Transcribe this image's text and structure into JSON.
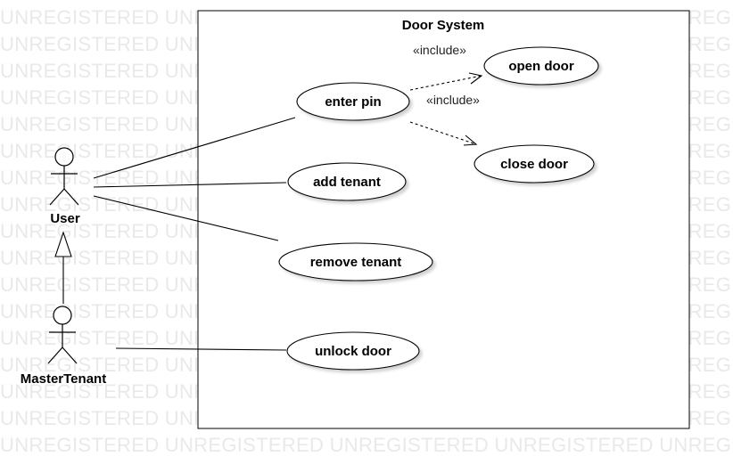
{
  "watermark": {
    "text": "UNREGISTERED UNREGISTERED UNREGISTERED UNREGISTERED UNREGISTERED"
  },
  "system": {
    "title": "Door System"
  },
  "actors": {
    "user": "User",
    "master_tenant": "MasterTenant"
  },
  "use_cases": {
    "enter_pin": "enter pin",
    "open_door": "open door",
    "close_door": "close door",
    "add_tenant": "add tenant",
    "remove_tenant": "remove tenant",
    "unlock_door": "unlock door"
  },
  "relations": {
    "include_open": "«include»",
    "include_close": "«include»"
  }
}
